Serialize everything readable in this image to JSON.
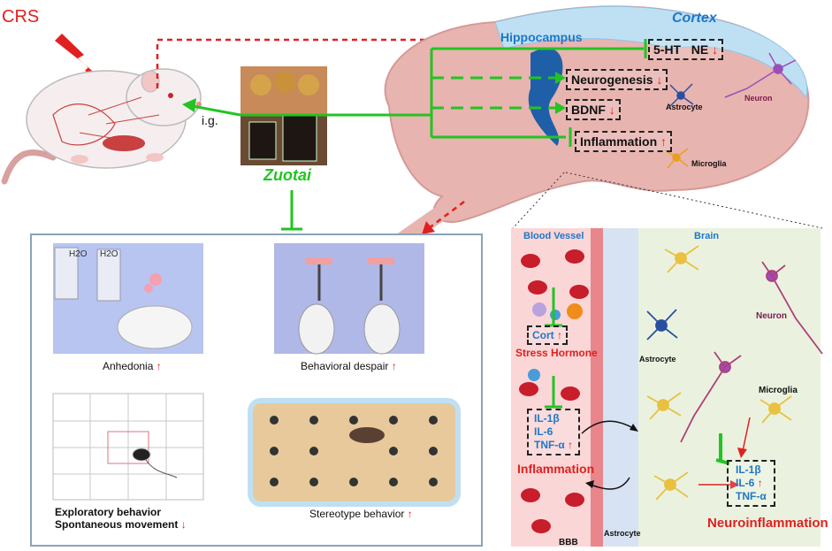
{
  "stress": {
    "label": "CRS"
  },
  "administration": {
    "route": "i.g.",
    "drug": "Zuotai"
  },
  "brain": {
    "cortex": "Cortex",
    "hippocampus": "Hippocampus",
    "neurotransmitters": {
      "a": "5-HT",
      "b": "NE"
    },
    "neurogenesis": "Neurogenesis",
    "bdnf": "BDNF",
    "inflammation": "Inflammation",
    "astrocyte": "Astrocyte",
    "neuron": "Neuron",
    "microglia": "Microglia"
  },
  "behaviors": {
    "anhedonia": "Anhedonia",
    "despair": "Behavioral despair",
    "exploratory": "Exploratory behavior",
    "spontaneous": "Spontaneous movement",
    "stereotype": "Stereotype behavior",
    "water1": "H2O",
    "water2": "H2O"
  },
  "detail": {
    "blood_vessel": "Blood Vessel",
    "brain": "Brain",
    "cort": "Cort",
    "stress_hormone": "Stress Hormone",
    "cytokines": [
      "IL-1β",
      "IL-6",
      "TNF-α"
    ],
    "inflammation": "Inflammation",
    "astrocyte1": "Astrocyte",
    "astrocyte2": "Astrocyte",
    "neuron": "Neuron",
    "microglia": "Microglia",
    "neuro_cytokines": [
      "IL-1β",
      "IL-6",
      "TNF-α"
    ],
    "neuroinflammation": "Neuroinflammation",
    "bbb": "BBB"
  },
  "colors": {
    "red": "#e02020",
    "green": "#22c422",
    "blue": "#1f77c8",
    "brain": "#e8b4b0"
  }
}
